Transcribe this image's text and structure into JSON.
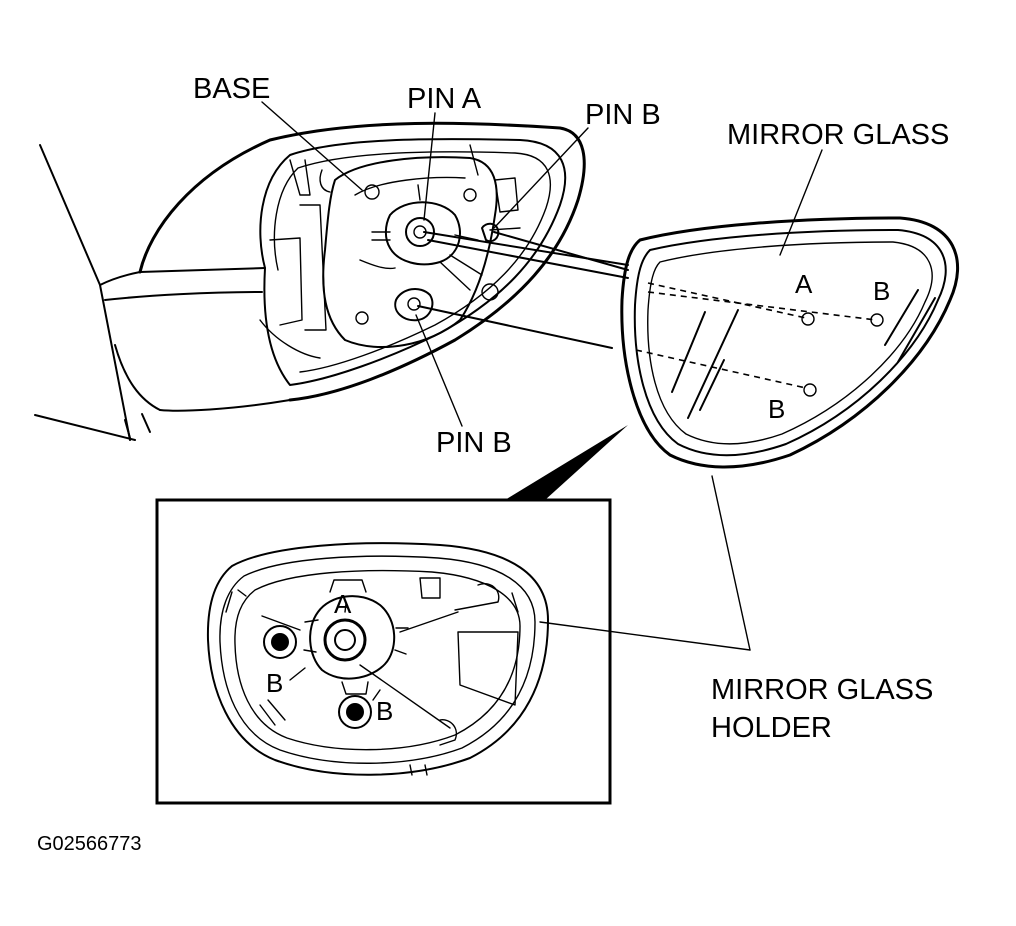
{
  "labels": {
    "base": "BASE",
    "pin_a": "PIN A",
    "pin_b_top": "PIN B",
    "pin_b_bottom": "PIN B",
    "mirror_glass": "MIRROR GLASS",
    "glass_a": "A",
    "glass_b_upper": "B",
    "glass_b_lower": "B",
    "holder_line1": "MIRROR GLASS",
    "holder_line2": "HOLDER",
    "inset_a": "A",
    "inset_b_left": "B",
    "inset_b_bottom": "B"
  },
  "figure_code": "G02566773"
}
